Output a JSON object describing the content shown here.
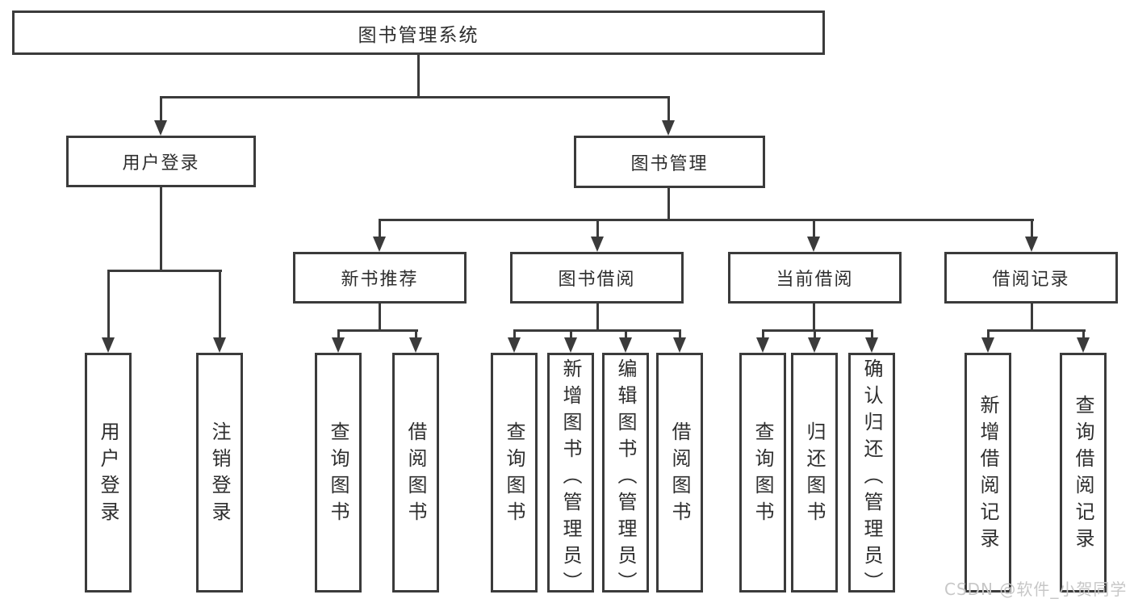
{
  "diagram_title": "图书管理系统",
  "tree": {
    "root": {
      "label": "图书管理系统"
    },
    "level2": [
      {
        "label": "用户登录",
        "children": [
          {
            "label": "用户登录"
          },
          {
            "label": "注销登录"
          }
        ]
      },
      {
        "label": "图书管理",
        "children": [
          {
            "label": "新书推荐",
            "children": [
              {
                "label": "查询图书"
              },
              {
                "label": "借阅图书"
              }
            ]
          },
          {
            "label": "图书借阅",
            "children": [
              {
                "label": "查询图书"
              },
              {
                "label": "新增图书（管理员）"
              },
              {
                "label": "编辑图书（管理员）"
              },
              {
                "label": "借阅图书"
              }
            ]
          },
          {
            "label": "当前借阅",
            "children": [
              {
                "label": "查询图书"
              },
              {
                "label": "归还图书"
              },
              {
                "label": "确认归还（管理员）"
              }
            ]
          },
          {
            "label": "借阅记录",
            "children": [
              {
                "label": "新增借阅记录"
              },
              {
                "label": "查询借阅记录"
              }
            ]
          }
        ]
      }
    ]
  },
  "watermark": "CSDN @软件_小贺同学",
  "colors": {
    "line": "#3b3b3b",
    "text": "#2e2e2e",
    "background": "#ffffff",
    "watermark": "#c7c7c7"
  }
}
